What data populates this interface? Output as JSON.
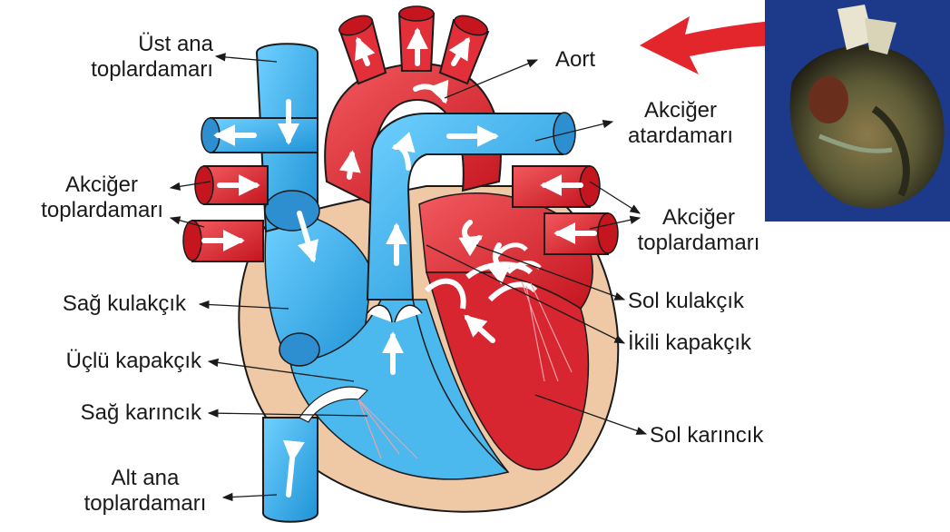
{
  "colors": {
    "deoxygenated": "#35a9e6",
    "oxygenated": "#e22f3a",
    "heart_wall": "#efc8a6",
    "outline": "#1a1a1a",
    "pointer_arrow": "#e3262c",
    "photo_background": "#1d3a8a"
  },
  "labels": {
    "ust_ana_toplardamari": [
      "Üst ana",
      "toplardamarı"
    ],
    "aort": "Aort",
    "akciger_atardamari": [
      "Akciğer",
      "atardamarı"
    ],
    "akciger_toplardamari_left": [
      "Akciğer",
      "toplardamarı"
    ],
    "akciger_toplardamari_right": [
      "Akciğer",
      "toplardamarı"
    ],
    "sag_kulakcik": "Sağ kulakçık",
    "sol_kulakcik": "Sol kulakçık",
    "uclu_kapakcik": "Üçlü kapakçık",
    "ikili_kapakcik": "İkili kapakçık",
    "sag_karincik": "Sağ karıncık",
    "sol_karincik": "Sol karıncık",
    "alt_ana_toplardamari": [
      "Alt ana",
      "toplardamarı"
    ]
  },
  "icons": {
    "flow_arrow": "white-arrow-icon",
    "pointer": "red-arrow-icon",
    "photo": "real-heart-photo"
  }
}
